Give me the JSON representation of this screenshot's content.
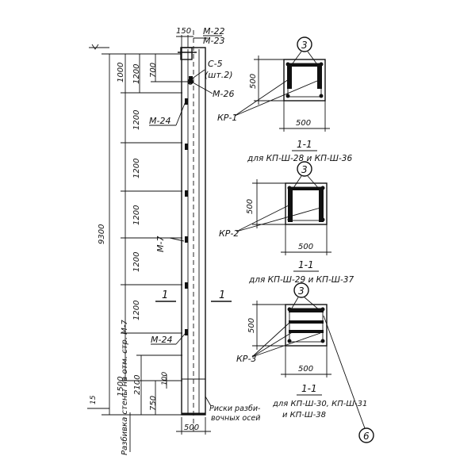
{
  "column": {
    "top_width": "150",
    "top_parts": [
      "М-22",
      "М-23"
    ],
    "label_c5": "С-5",
    "label_sht2": "(шт.2)",
    "part_m26": "М-26",
    "part_m24_upper": "М-24",
    "part_m24_lower": "М-24",
    "part_m7": "М-7",
    "cut_mark_left": "1",
    "cut_mark_right": "1",
    "total_height": "9300",
    "dims_left": [
      "1000",
      "1200",
      "1200",
      "1200",
      "1200",
      "1200",
      "1500"
    ],
    "dim_top_inner": "1200",
    "dim_700": "700",
    "dim_2100": "2100",
    "dim_750": "750",
    "dim_100": "100",
    "dim_base_small": "15",
    "bottom_width": "500",
    "bottom_note_line1": "Риски разби-",
    "bottom_note_line2": "вочных осей",
    "vertical_note": "Разбивка стены на отм. стр. М-7"
  },
  "sections": [
    {
      "mark": "3",
      "side_dim": "500",
      "bottom_dim": "500",
      "frame": "КР-1",
      "cut_label": "1-1",
      "caption": "для КП-Ш-28 и КП-Ш-36"
    },
    {
      "mark": "3",
      "side_dim": "500",
      "bottom_dim": "500",
      "frame": "КР-2",
      "cut_label": "1-1",
      "caption": "для КП-Ш-29 и КП-Ш-37"
    },
    {
      "mark": "3",
      "side_dim": "500",
      "bottom_dim": "500",
      "frame": "КР-3",
      "cut_label": "1-1",
      "caption_line1": "для КП-Ш-30, КП-Ш-31",
      "caption_line2": "и КП-Ш-38"
    }
  ],
  "callout_6": "6"
}
